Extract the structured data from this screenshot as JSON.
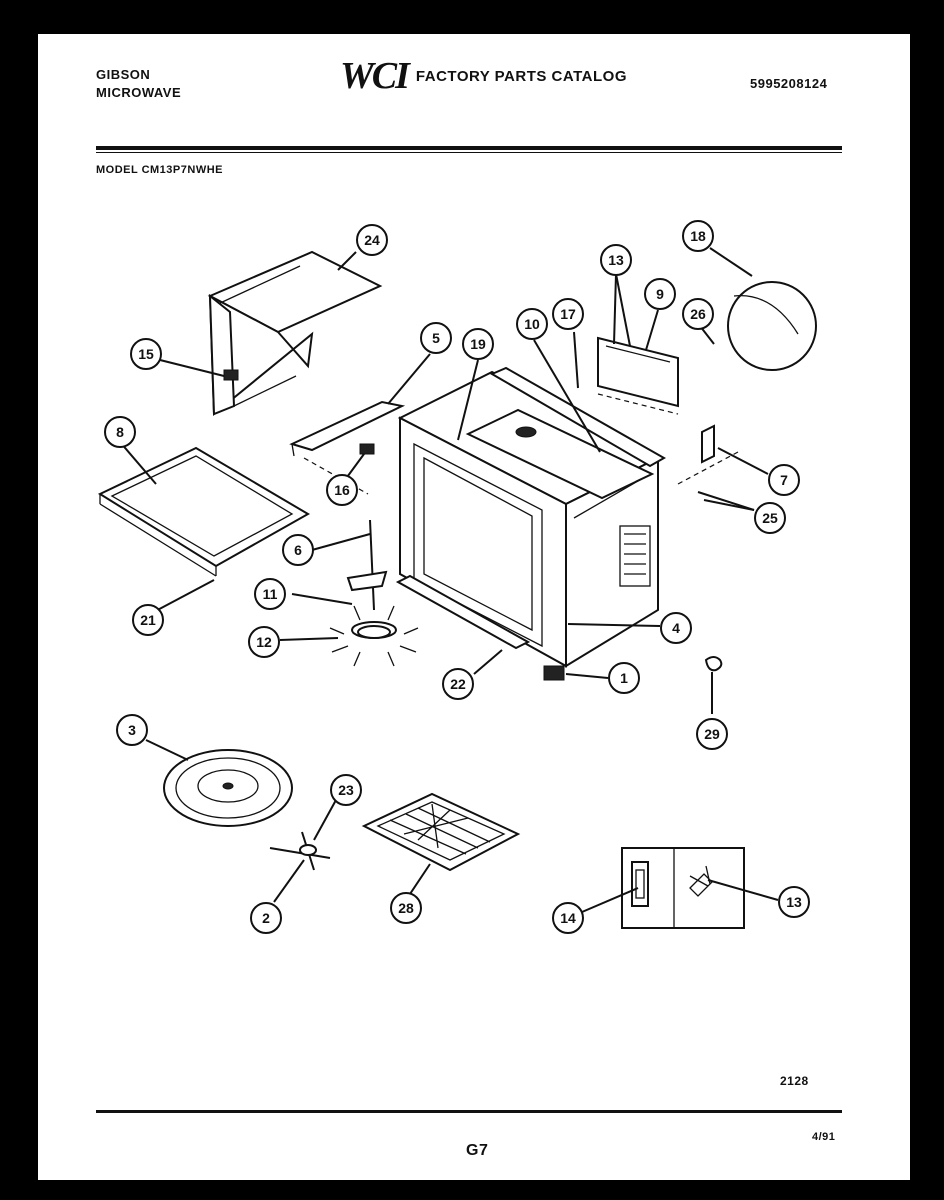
{
  "header": {
    "brand_line1": "GIBSON",
    "brand_line2": "MICROWAVE",
    "logo": "WCI",
    "catalog_title": "FACTORY PARTS CATALOG",
    "part_number": "5995208124"
  },
  "model_label": "MODEL CM13P7NWHE",
  "figure_number": "2128",
  "page_number": "G7",
  "date_code": "4/91",
  "callouts": [
    "24",
    "15",
    "8",
    "21",
    "5",
    "16",
    "19",
    "10",
    "17",
    "13",
    "9",
    "26",
    "18",
    "7",
    "25",
    "6",
    "11",
    "12",
    "4",
    "22",
    "1",
    "29",
    "3",
    "23",
    "2",
    "28",
    "14",
    "13"
  ]
}
